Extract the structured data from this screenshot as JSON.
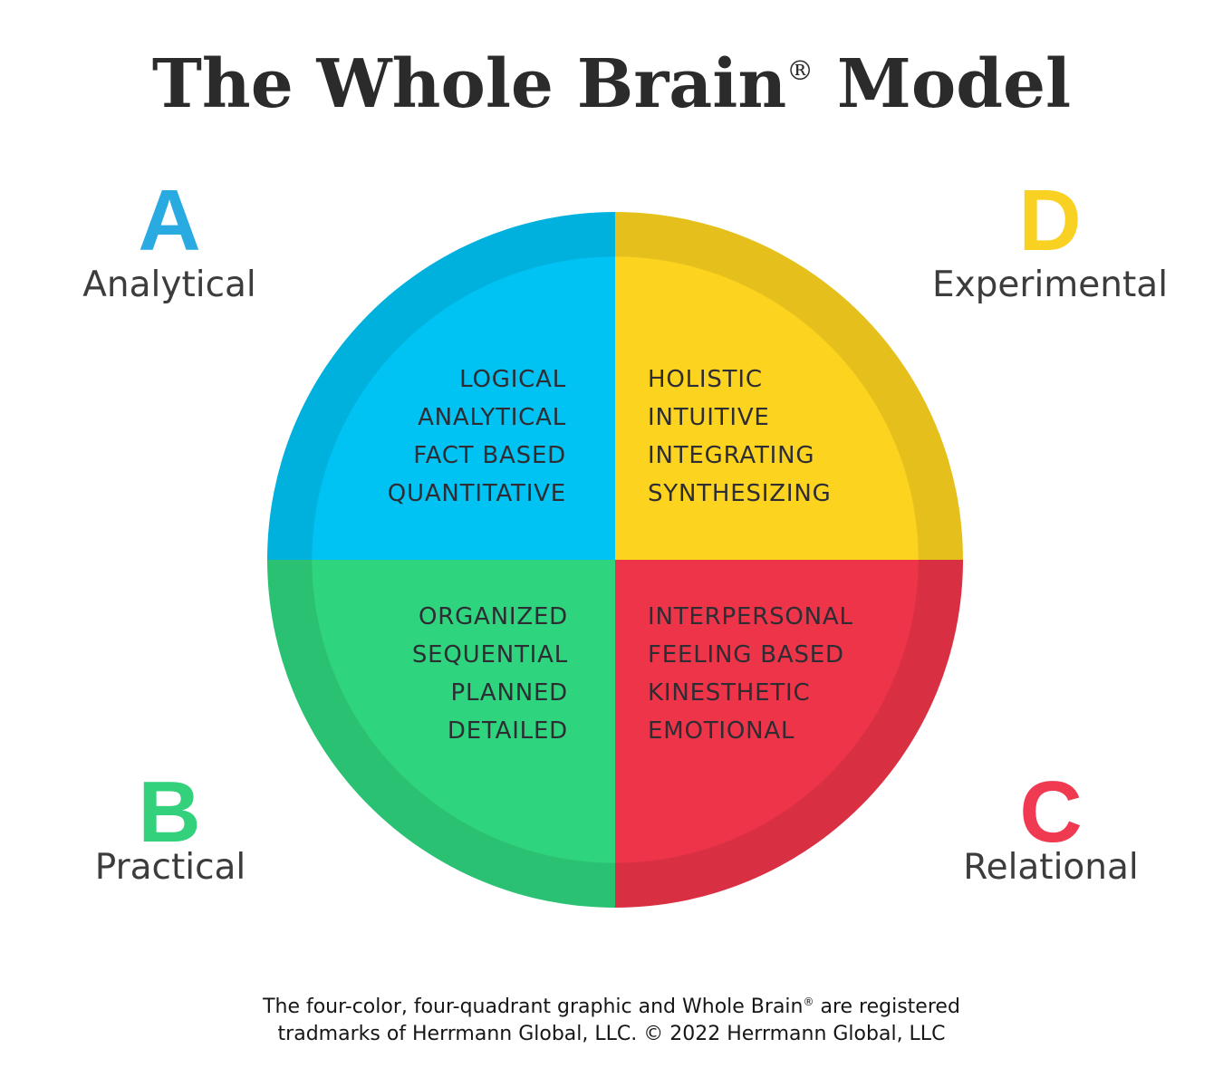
{
  "title": {
    "part1": "The Whole Brain",
    "registered_mark": "®",
    "part2": " Model"
  },
  "quadrants": [
    {
      "letter": "A",
      "label": "Analytical",
      "letter_color": "#29ABE2",
      "fill": "#00C2F3",
      "traits": [
        "LOGICAL",
        "ANALYTICAL",
        "FACT BASED",
        "QUANTITATIVE"
      ]
    },
    {
      "letter": "D",
      "label": "Experimental",
      "letter_color": "#F9D123",
      "fill": "#FCD31F",
      "traits": [
        "HOLISTIC",
        "INTUITIVE",
        "INTEGRATING",
        "SYNTHESIZING"
      ]
    },
    {
      "letter": "B",
      "label": "Practical",
      "letter_color": "#33D17C",
      "fill": "#2FD47E",
      "traits": [
        "ORGANIZED",
        "SEQUENTIAL",
        "PLANNED",
        "DETAILED"
      ]
    },
    {
      "letter": "C",
      "label": "Relational",
      "letter_color": "#EF3A52",
      "fill": "#EE3449",
      "traits": [
        "INTERPERSONAL",
        "FEELING BASED",
        "KINESTHETIC",
        "EMOTIONAL"
      ]
    }
  ],
  "rim_shade_color": "rgba(0,0,0,0.09)",
  "text_color": "#2d2d33",
  "footer": {
    "line1_part1": "The four-color, four-quadrant graphic and Whole Brain",
    "registered_mark": "®",
    "line1_part2": " are registered",
    "line2": "tradmarks of Herrmann Global, LLC. © 2022 Herrmann Global, LLC"
  }
}
